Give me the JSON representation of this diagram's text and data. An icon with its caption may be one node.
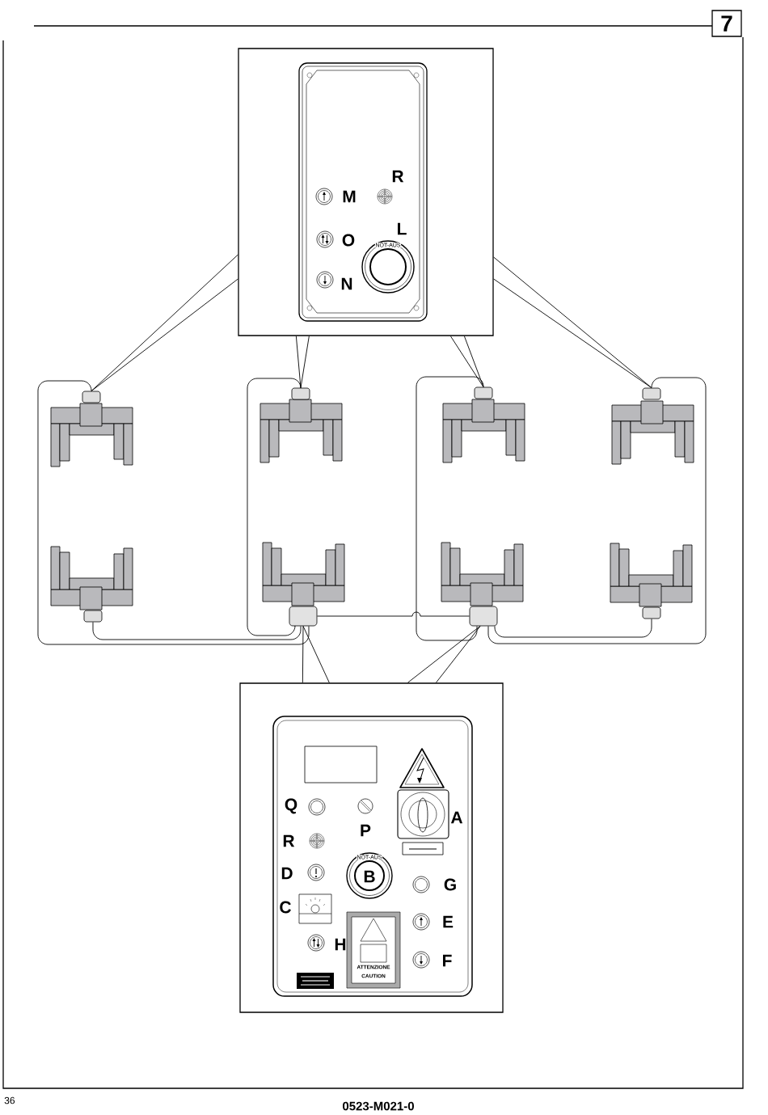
{
  "diagram": {
    "nodes": [
      {
        "text": [],
        "shape": "box"
      },
      {
        "text": [],
        "shape": "box"
      },
      {
        "text": [],
        "shape": "box"
      },
      {
        "text": [],
        "shape": "box"
      },
      {
        "text": [],
        "shape": "box"
      },
      {
        "text": [],
        "shape": "box"
      },
      {
        "text": [],
        "shape": "box"
      },
      {
        "text": [],
        "shape": "box"
      },
      {
        "text": [],
        "shape": "box"
      },
      {
        "text": [],
        "shape": "box"
      }
    ],
    "edges": [
      {
        "from": 0,
        "to": 1,
        "arrow": "none"
      },
      {
        "from": 0,
        "to": 2,
        "arrow": "none"
      },
      {
        "from": 0,
        "to": 3,
        "arrow": "none"
      },
      {
        "from": 0,
        "to": 4,
        "arrow": "none"
      },
      {
        "from": 9,
        "to": 6,
        "arrow": "none"
      },
      {
        "from": 9,
        "to": 7,
        "arrow": "none"
      },
      {
        "from": 1,
        "to": 6,
        "arrow": "none"
      },
      {
        "from": 2,
        "to": 6,
        "arrow": "none"
      },
      {
        "from": 5,
        "to": 6,
        "arrow": "none"
      },
      {
        "from": 6,
        "to": 7,
        "arrow": "none"
      },
      {
        "from": 3,
        "to": 7,
        "arrow": "none"
      },
      {
        "from": 4,
        "to": 7,
        "arrow": "none"
      },
      {
        "from": 8,
        "to": 7,
        "arrow": "none"
      }
    ],
    "labels": [
      "7",
      "R",
      "M",
      "L",
      "O",
      "NOT-AUS",
      "N",
      "Q",
      "A",
      "P",
      "R",
      "NOT-AUS",
      "D",
      "B",
      "G",
      "C",
      "E",
      "H",
      "F",
      "ATTENZIONE",
      "CAUTION",
      "36",
      "0523-M021-0"
    ]
  }
}
